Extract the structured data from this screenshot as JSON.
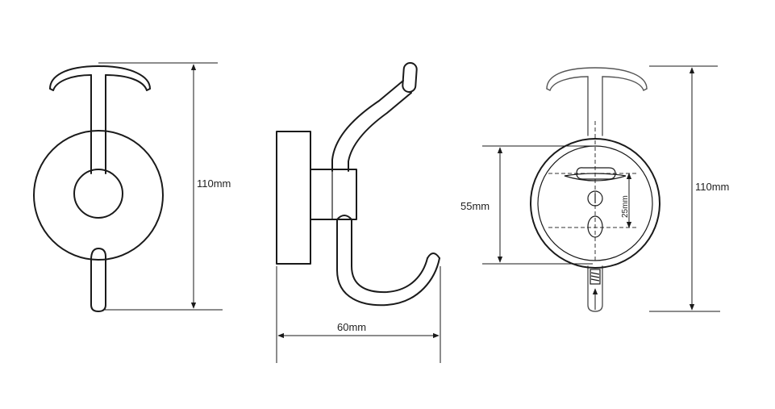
{
  "dimensions": {
    "front_height": "110mm",
    "side_depth": "60mm",
    "back_height": "110mm",
    "back_plate": "55mm",
    "back_hole_spacing": "25mm"
  },
  "colors": {
    "line": "#1a1a1a",
    "background": "#ffffff"
  }
}
